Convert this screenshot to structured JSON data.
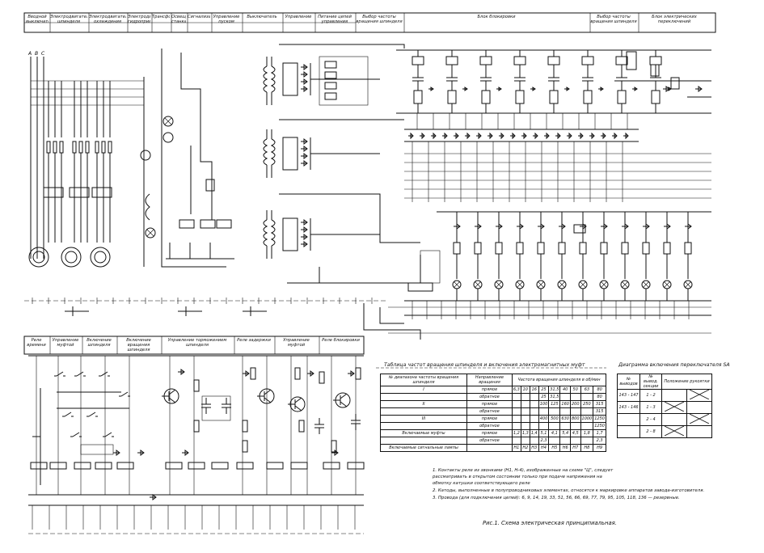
{
  "top_header": [
    "Вводной выключатель",
    "Электродвигатель шпинделя",
    "Электродвигатель охлаждения",
    "Электродвигатель гидропривода",
    "Трансформатор",
    "Освещение станка",
    "Сигнализация",
    "Управление пуском",
    "Выключатель",
    "Управление",
    "Питание цепей управления",
    "Выбор частоты вращения шпинделя",
    "Блок блокировки",
    "Выбор частоты вращения шпинделя",
    "Блок электрических переключений"
  ],
  "lower_header": [
    "Реле времени",
    "Управление муфтой",
    "Включение шпинделя",
    "Включение вращения шпинделя",
    "Управление торможением шпинделя",
    "Реле задержки",
    "Управление муфтой",
    "Реле блокировки"
  ],
  "speed_table": {
    "title": "Таблица частот вращения шпинделя и включения электромагнитных муфт",
    "header": [
      "№ диапазона частоты вращения шпинделя",
      "Направление вращения",
      "Частота вращения шпинделя в об/мин"
    ],
    "rows": [
      {
        "range": "I",
        "dir": "прямое",
        "vals": [
          "6,3",
          "10",
          "16",
          "25",
          "31,5",
          "40",
          "50",
          "63",
          "80"
        ]
      },
      {
        "range": "",
        "dir": "обратное",
        "vals": [
          "",
          "",
          "",
          "25",
          "31,5",
          "",
          "",
          "",
          "80"
        ]
      },
      {
        "range": "II",
        "dir": "прямое",
        "vals": [
          "",
          "",
          "",
          "100",
          "125",
          "160",
          "200",
          "250",
          "315"
        ]
      },
      {
        "range": "",
        "dir": "обратное",
        "vals": [
          "",
          "",
          "",
          "",
          "",
          "",
          "",
          "",
          "315"
        ]
      },
      {
        "range": "III",
        "dir": "прямое",
        "vals": [
          "",
          "",
          "",
          "400",
          "500",
          "630",
          "800",
          "1000",
          "1250"
        ]
      },
      {
        "range": "",
        "dir": "обратное",
        "vals": [
          "",
          "",
          "",
          "",
          "",
          "",
          "",
          "",
          "1250"
        ]
      },
      {
        "range": "Включаемые муфты",
        "dir": "прямое",
        "vals": [
          "1,2",
          "1,3",
          "1,4",
          "5,1",
          "4,1",
          "5,4",
          "4,5",
          "1,8",
          "1,7"
        ]
      },
      {
        "range": "",
        "dir": "обратное",
        "vals": [
          "",
          "",
          "",
          "2,3",
          "",
          "",
          "",
          "",
          "2,3"
        ]
      },
      {
        "range": "Включаемые сигнальные лампы",
        "dir": "",
        "vals": [
          "Н1",
          "Н2",
          "Н3",
          "Н4",
          "Н5",
          "Н6",
          "Н7",
          "Н8",
          "Н9"
        ]
      }
    ]
  },
  "switch_diagram": {
    "title": "Диаграмма включения переключателя SA",
    "headers": [
      "№ выводов",
      "№ вывод. секции",
      "Положение рукоятки"
    ],
    "rows": [
      [
        "143 - 147",
        "1 - 2"
      ],
      [
        "143 - 146",
        "1 - 3"
      ],
      [
        "",
        "2 - 4"
      ],
      [
        "",
        "2 - 8"
      ]
    ]
  },
  "notes": [
    "1. Контакты реле из звонками (Н1, Н-4), изображенные на схеме \"Ц\", следует",
    "рассматривать в открытом состоянии только при подаче напряжения на",
    "обмотку катушки соответствующего реле",
    "2. Катоды, выполненные в полупроводниковых элементах, относятся к маркировке аппаратов завода-изготовителя.",
    "3. Провода (для подключения цепей): 6, 9, 14, 19, 33, 51, 56, 66, 69, 77, 79, 95, 105, 118, 136 — резервные."
  ],
  "caption": "Рис.1. Схема электрическая принципиальная."
}
